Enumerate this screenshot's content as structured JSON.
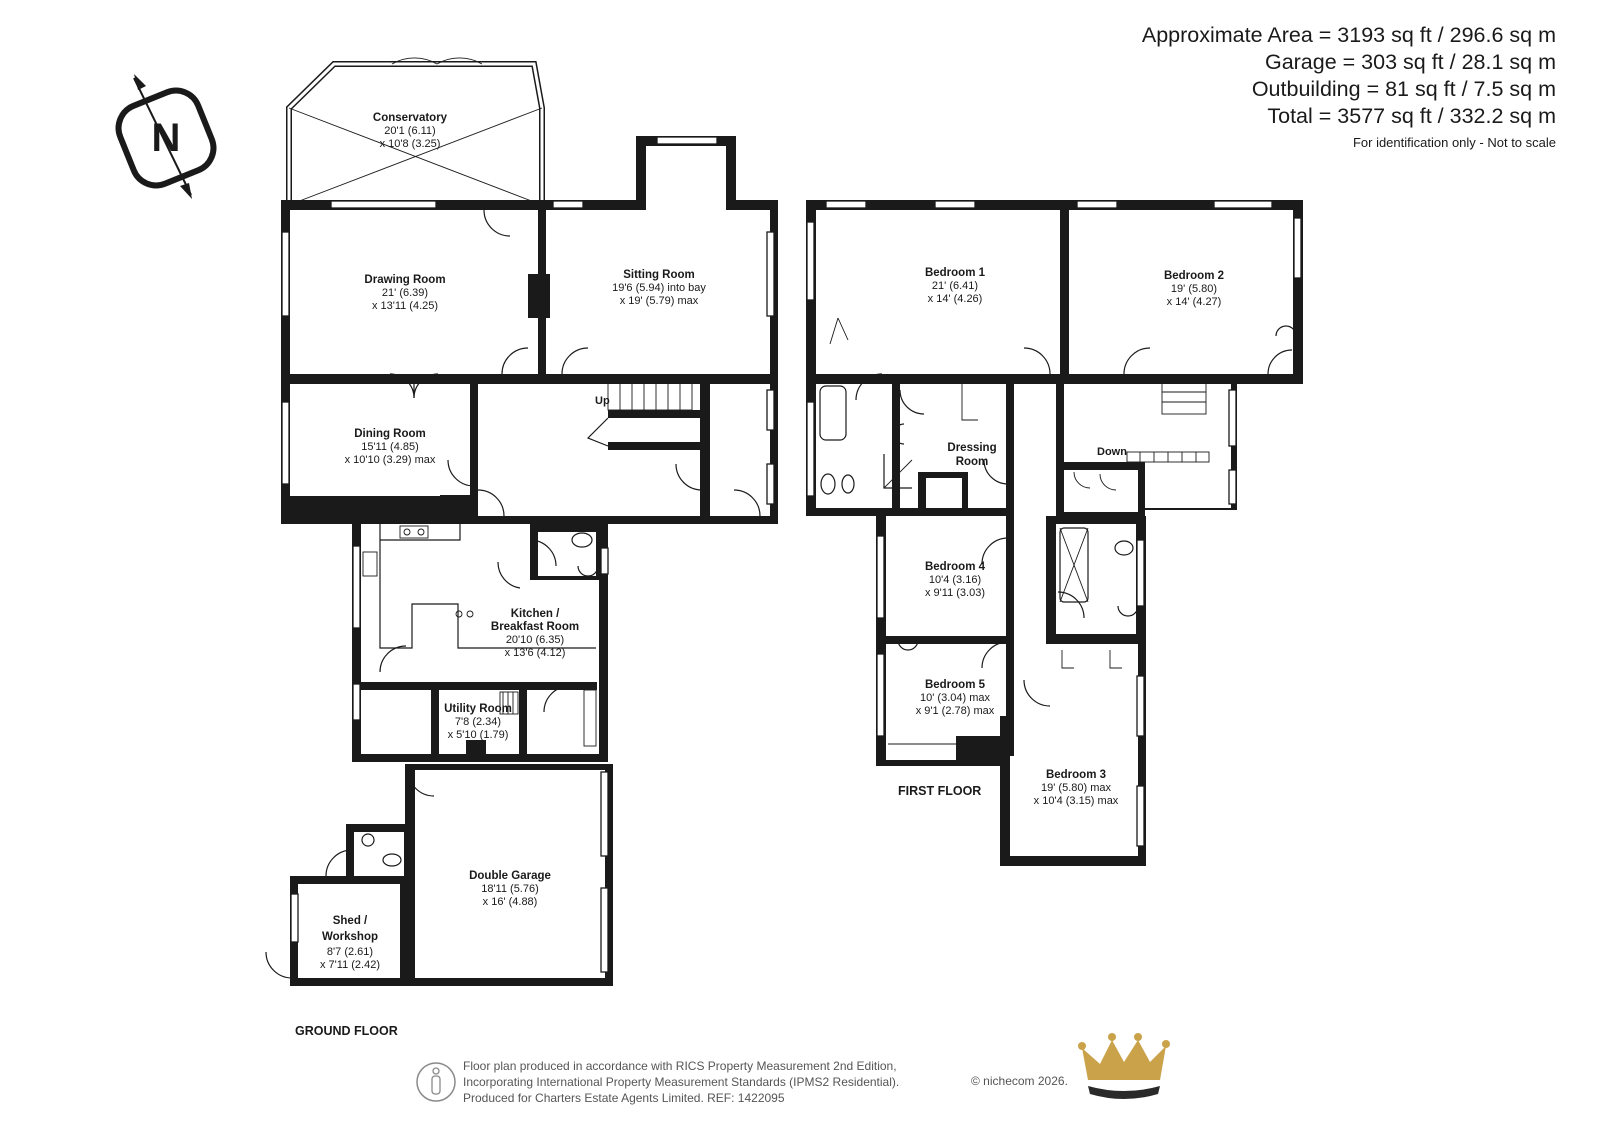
{
  "summary": {
    "lines": [
      "Approximate Area = 3193 sq ft / 296.6 sq m",
      "Garage = 303 sq ft / 28.1 sq m",
      "Outbuilding = 81 sq ft / 7.5 sq m",
      "Total = 3577 sq ft / 332.2 sq m"
    ],
    "note": "For identification only - Not to scale"
  },
  "compass": {
    "label": "N",
    "icon": "north-arrow-icon"
  },
  "ground_floor": {
    "label": "GROUND FLOOR",
    "rooms": {
      "conservatory": {
        "name": "Conservatory",
        "dims": [
          "20'1 (6.11)",
          "x 10'8 (3.25)"
        ]
      },
      "drawing": {
        "name": "Drawing Room",
        "dims": [
          "21' (6.39)",
          "x 13'11 (4.25)"
        ]
      },
      "sitting": {
        "name": "Sitting Room",
        "dims": [
          "19'6 (5.94) into bay",
          "x 19' (5.79) max"
        ]
      },
      "dining": {
        "name": "Dining Room",
        "dims": [
          "15'11 (4.85)",
          "x 10'10 (3.29) max"
        ]
      },
      "kitchen": {
        "name": [
          "Kitchen /",
          "Breakfast Room"
        ],
        "dims": [
          "20'10 (6.35)",
          "x 13'6 (4.12)"
        ]
      },
      "utility": {
        "name": "Utility Room",
        "dims": [
          "7'8 (2.34)",
          "x 5'10 (1.79)"
        ]
      },
      "garage": {
        "name": "Double Garage",
        "dims": [
          "18'11 (5.76)",
          "x 16' (4.88)"
        ]
      },
      "shed": {
        "name": [
          "Shed /",
          "Workshop"
        ],
        "dims": [
          "8'7 (2.61)",
          "x 7'11 (2.42)"
        ]
      }
    },
    "stairs_label": "Up"
  },
  "first_floor": {
    "label": "FIRST FLOOR",
    "rooms": {
      "bed1": {
        "name": "Bedroom 1",
        "dims": [
          "21' (6.41)",
          "x 14' (4.26)"
        ]
      },
      "bed2": {
        "name": "Bedroom 2",
        "dims": [
          "19' (5.80)",
          "x 14' (4.27)"
        ]
      },
      "dressing": {
        "name": [
          "Dressing",
          "Room"
        ]
      },
      "bed4": {
        "name": "Bedroom 4",
        "dims": [
          "10'4 (3.16)",
          "x 9'11 (3.03)"
        ]
      },
      "bed5": {
        "name": "Bedroom 5",
        "dims": [
          "10' (3.04) max",
          "x 9'1 (2.78) max"
        ]
      },
      "bed3": {
        "name": "Bedroom 3",
        "dims": [
          "19' (5.80) max",
          "x 10'4 (3.15) max"
        ]
      }
    },
    "stairs_label": "Down"
  },
  "footer": {
    "lines": [
      "Floor plan produced in accordance with RICS Property Measurement 2nd Edition,",
      "Incorporating International Property Measurement Standards (IPMS2 Residential).",
      "Produced for Charters Estate Agents Limited.   REF: 1422095"
    ],
    "copyright": "© nichecom 2026.",
    "logo": "crown-logo-icon",
    "person_icon": "person-icon"
  },
  "colors": {
    "wall": "#1a1a1a",
    "background": "#ffffff",
    "logo_gold": "#c9a24a",
    "footer_text": "#555555"
  }
}
